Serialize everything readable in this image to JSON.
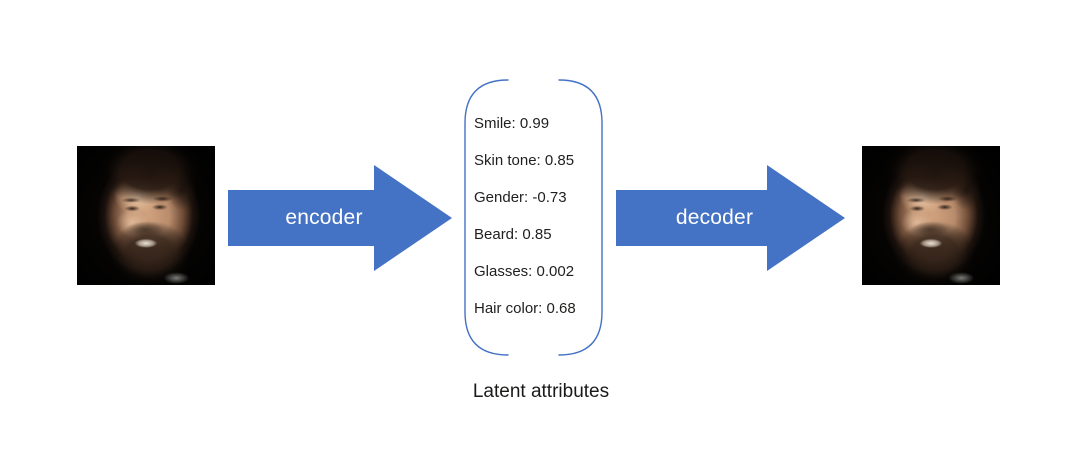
{
  "diagram": {
    "title": "Autoencoder latent attribute diagram",
    "accent_color": "#4472C4",
    "bracket_color": "#4472C4",
    "text_color": "#201f1e",
    "background": "#ffffff",
    "caption": "Latent attributes",
    "input_image": {
      "alt": "Photograph of a smiling bearded man on a black background",
      "name": "input-face-photo"
    },
    "output_image": {
      "alt": "Reconstructed photograph of the same smiling bearded man on a black background",
      "name": "output-face-photo"
    },
    "arrows": [
      {
        "label": "encoder",
        "name": "encoder-arrow"
      },
      {
        "label": "decoder",
        "name": "decoder-arrow"
      }
    ],
    "latent_attributes": [
      {
        "name": "Smile",
        "value": "0.99",
        "text": "Smile: 0.99"
      },
      {
        "name": "Skin tone",
        "value": "0.85",
        "text": "Skin tone: 0.85"
      },
      {
        "name": "Gender",
        "value": "-0.73",
        "text": "Gender: -0.73"
      },
      {
        "name": "Beard",
        "value": "0.85",
        "text": "Beard: 0.85"
      },
      {
        "name": "Glasses",
        "value": "0.002",
        "text": "Glasses: 0.002"
      },
      {
        "name": "Hair color",
        "value": "0.68",
        "text": "Hair color: 0.68"
      }
    ]
  }
}
